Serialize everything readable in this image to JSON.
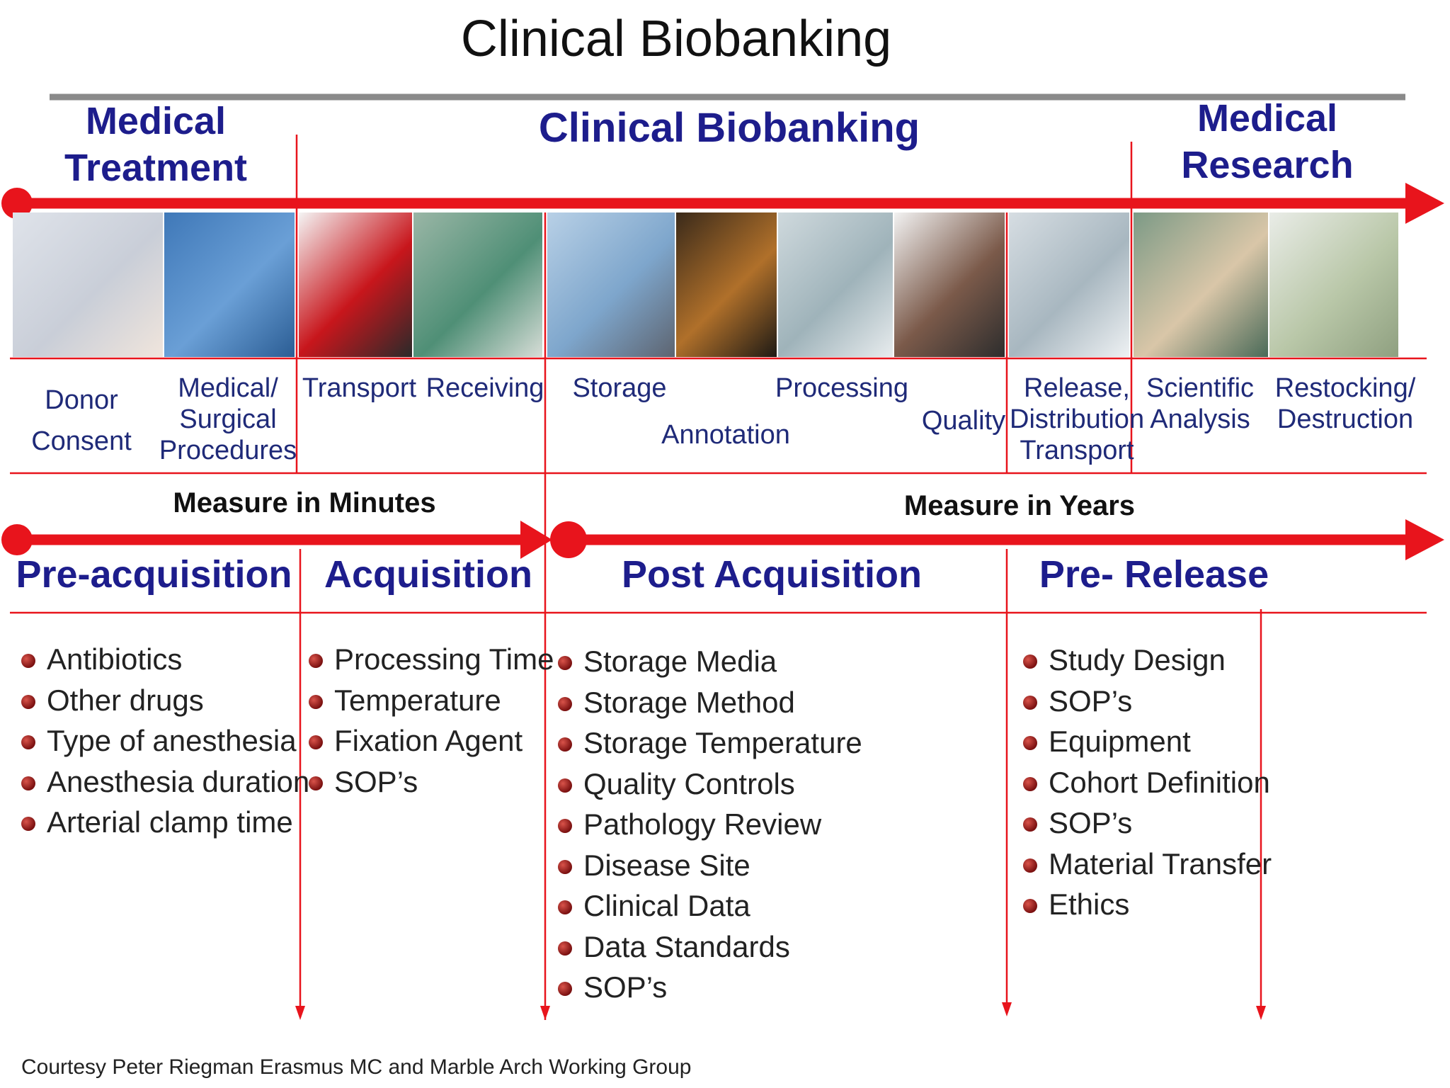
{
  "title": "Clinical Biobanking",
  "sections": {
    "medical_treatment": [
      "Medical",
      "Treatment"
    ],
    "clinical_biobanking": "Clinical Biobanking",
    "medical_research": [
      "Medical",
      "Research"
    ]
  },
  "photos": [
    {
      "name": "doctor-patient-photo",
      "colors": [
        "#dfe3ea",
        "#c9ced8",
        "#f0e5dc"
      ]
    },
    {
      "name": "surgery-photo",
      "colors": [
        "#3f78b8",
        "#6a9fd6",
        "#2b5d94"
      ]
    },
    {
      "name": "transport-device-photo",
      "colors": [
        "#f4f4f4",
        "#c8161c",
        "#2a2a2a"
      ]
    },
    {
      "name": "receiving-lab-photo",
      "colors": [
        "#9ab6a6",
        "#4f8f76",
        "#d7ddd7"
      ]
    },
    {
      "name": "storage-freezers-photo",
      "colors": [
        "#b8d0e6",
        "#7ea6cc",
        "#5d6470"
      ]
    },
    {
      "name": "annotation-desk-photo",
      "colors": [
        "#3a2a1a",
        "#b0702a",
        "#1e1a15"
      ]
    },
    {
      "name": "processing-lab-photo",
      "colors": [
        "#cfd9dd",
        "#9fb3ba",
        "#e8ecee"
      ]
    },
    {
      "name": "microscope-photo",
      "colors": [
        "#f2f2f2",
        "#7b5a4a",
        "#2d2d2d"
      ]
    },
    {
      "name": "distribution-photo",
      "colors": [
        "#d6dde2",
        "#a8b7c0",
        "#eef1f3"
      ]
    },
    {
      "name": "scientist-photo",
      "colors": [
        "#7c9a86",
        "#d9c6a8",
        "#4a6a58"
      ]
    },
    {
      "name": "restocking-shelves-photo",
      "colors": [
        "#e9ece7",
        "#b9c7a8",
        "#8fa080"
      ]
    }
  ],
  "labels": {
    "donor_consent": [
      "Donor",
      "Consent"
    ],
    "medical_surgical": [
      "Medical/",
      "Surgical",
      "Procedures"
    ],
    "transport": "Transport",
    "receiving": "Receiving",
    "storage": "Storage",
    "annotation": "Annotation",
    "processing": "Processing",
    "quality": "Quality",
    "release": [
      "Release,",
      "Distribution",
      "Transport"
    ],
    "scientific_analysis": [
      "Scientific",
      "Analysis"
    ],
    "restocking": [
      "Restocking/",
      "Destruction"
    ]
  },
  "measure": {
    "minutes": "Measure in Minutes",
    "years": "Measure in Years"
  },
  "phases": {
    "pre_acquisition": {
      "title": "Pre-acquisition",
      "items": [
        "Antibiotics",
        "Other drugs",
        "Type of anesthesia",
        "Anesthesia duration",
        "Arterial clamp time"
      ]
    },
    "acquisition": {
      "title": "Acquisition",
      "items": [
        "Processing Time",
        "Temperature",
        "Fixation Agent",
        "SOP’s"
      ]
    },
    "post_acquisition": {
      "title": "Post Acquisition",
      "items": [
        "Storage Media",
        "Storage Method",
        "Storage Temperature",
        "Quality Controls",
        "Pathology Review",
        "Disease Site",
        "Clinical Data",
        "Data Standards",
        "SOP’s"
      ]
    },
    "pre_release": {
      "title": "Pre- Release",
      "items": [
        "Study Design",
        "SOP’s",
        "Equipment",
        "Cohort Definition",
        "SOP’s",
        "Material Transfer",
        "Ethics"
      ]
    }
  },
  "colors": {
    "arrow_red": "#e8141c",
    "heading_blue": "#1d1d8c",
    "label_blue": "#1f2a78"
  },
  "footer": "Courtesy Peter Riegman Erasmus MC and Marble Arch Working  Group"
}
